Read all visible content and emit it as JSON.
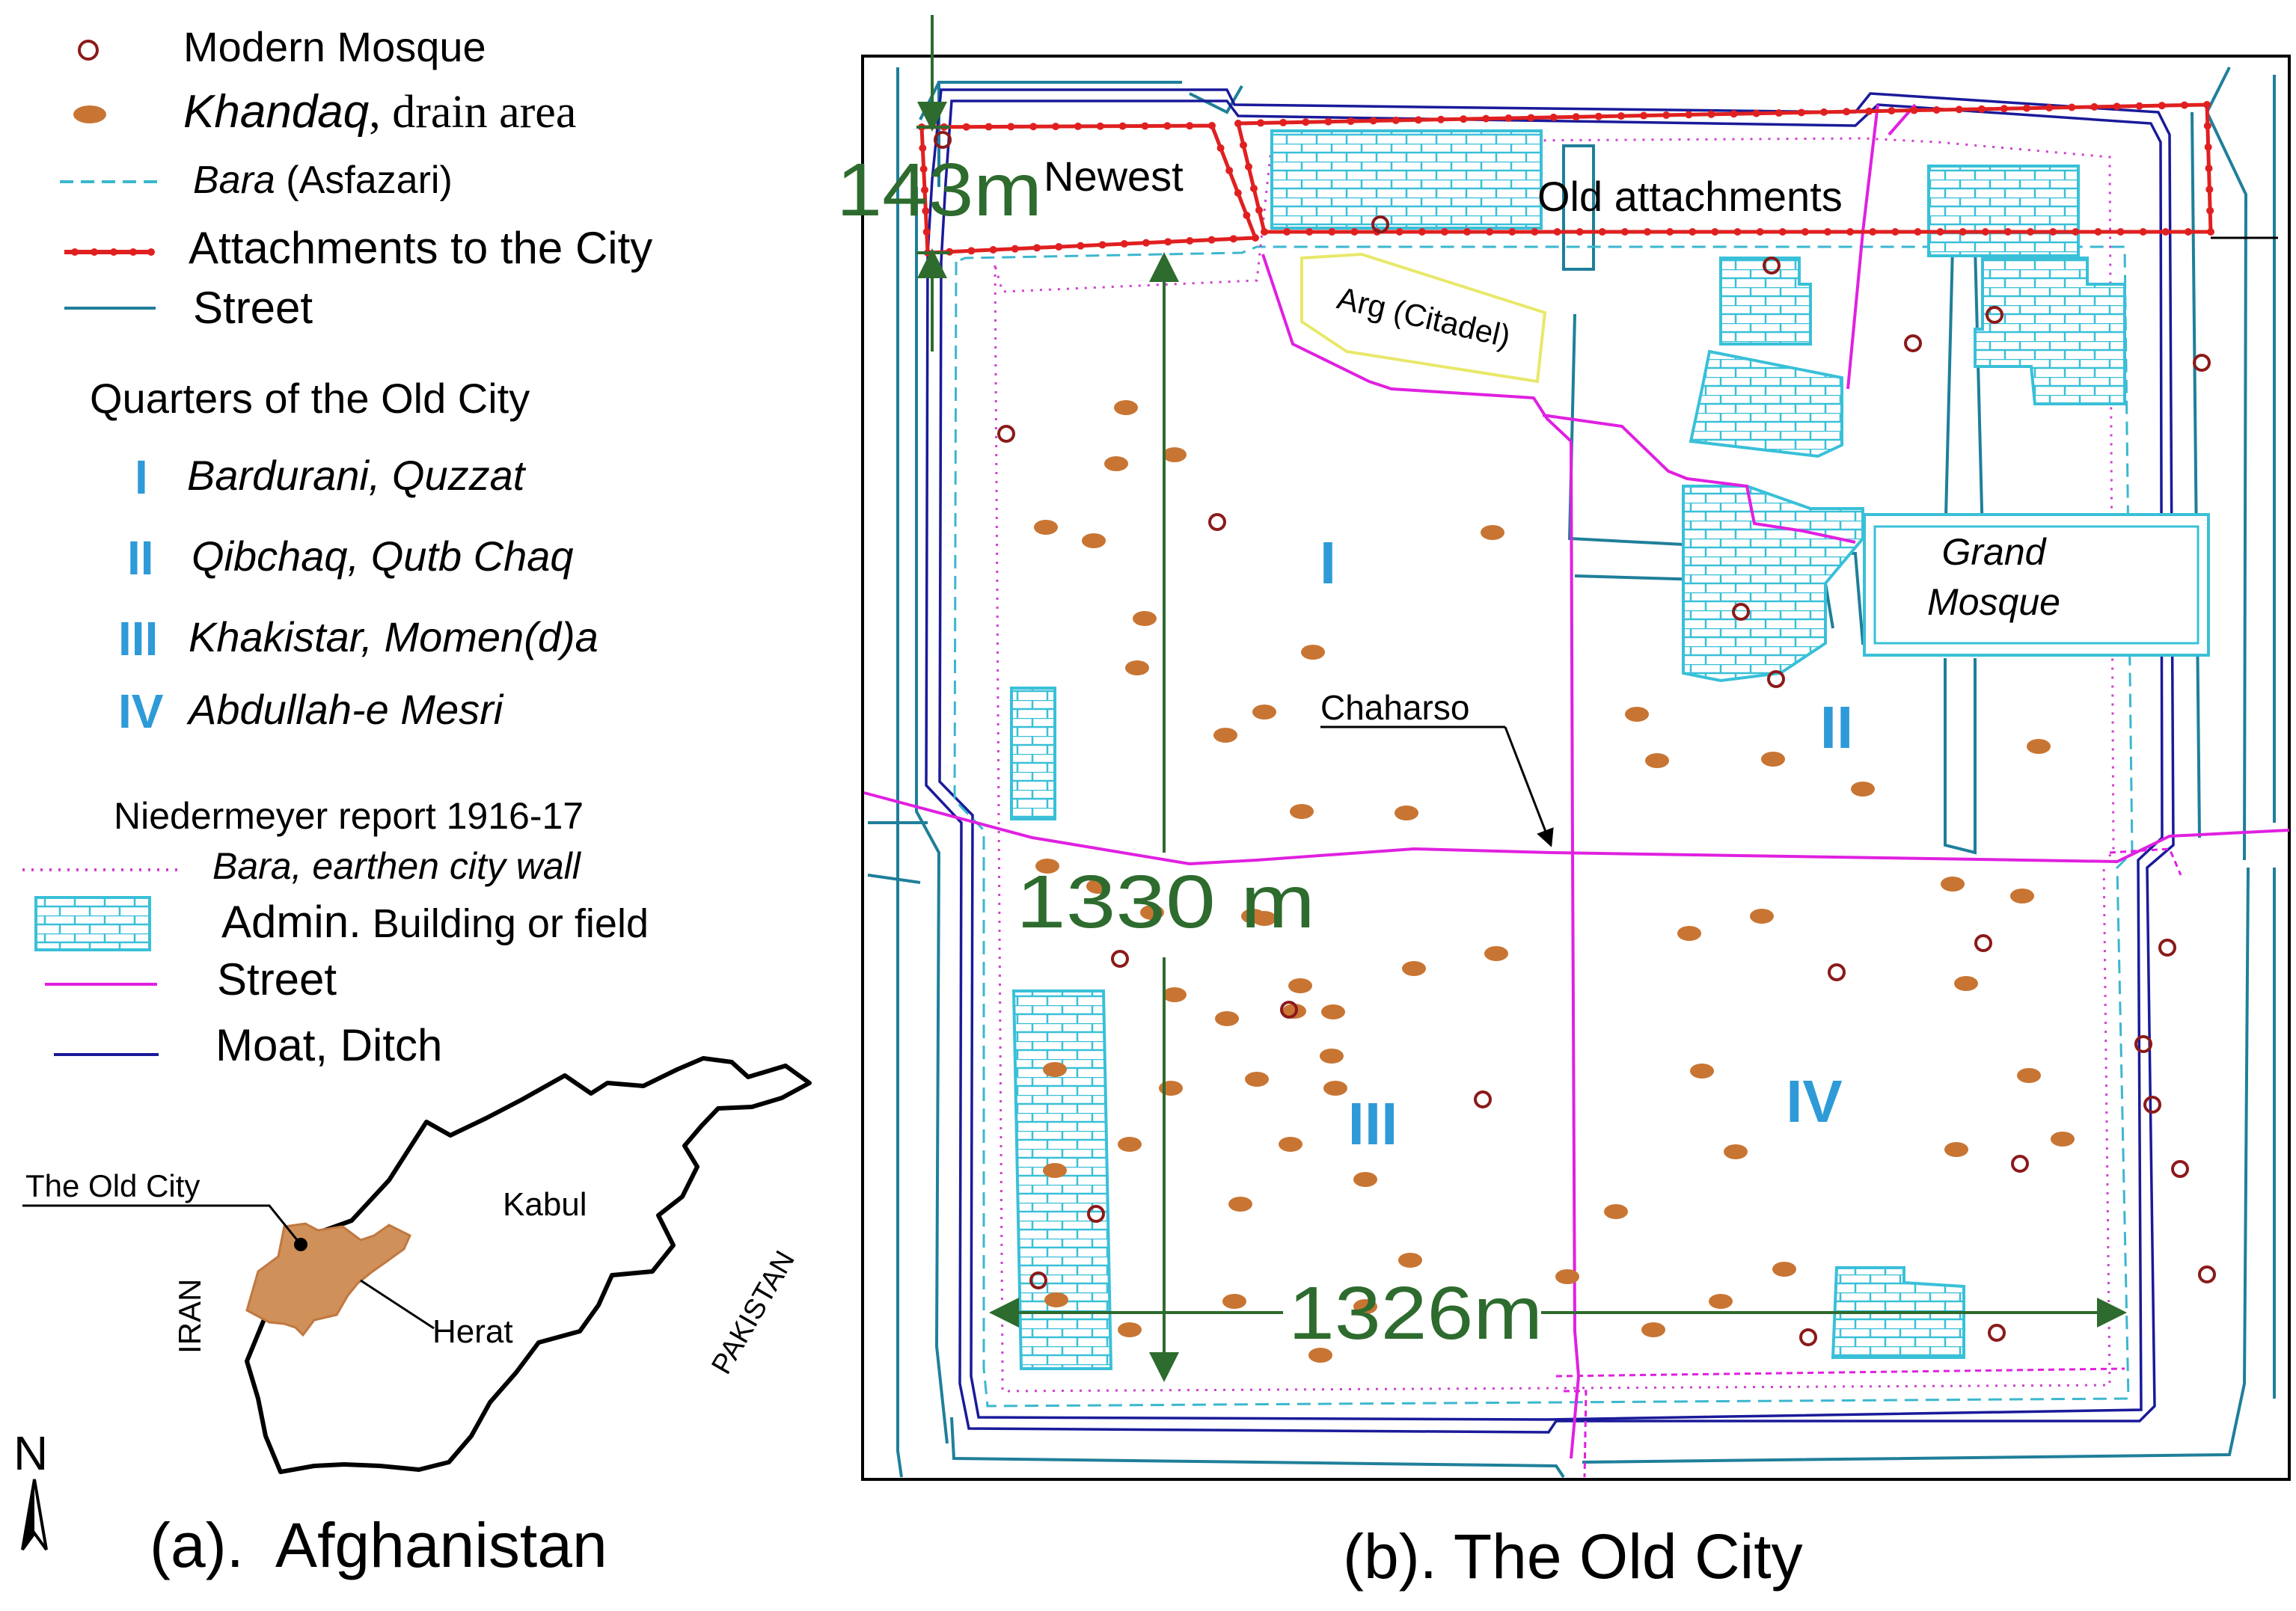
{
  "legend": {
    "modern_mosque": "Modern Mosque",
    "khandaq_term": "Khandaq",
    "khandaq_rest": ", drain area",
    "bara_term": "Bara",
    "bara_rest": " (Asfazari)",
    "attachments": "Attachments to the City",
    "street": "Street",
    "quarters_title": "Quarters of the Old City",
    "quarters": [
      {
        "numeral": "I",
        "names": "Bardurani, Quzzat"
      },
      {
        "numeral": "II",
        "names": "Qibchaq, Qutb Chaq"
      },
      {
        "numeral": "III",
        "names": "Khakistar, Momen(d)a"
      },
      {
        "numeral": "IV",
        "names": "Abdullah-e Mesri"
      }
    ],
    "niedermeyer_title": "Niedermeyer report 1916-17",
    "earthen_wall": "Bara, earthen city wall",
    "admin_term": "Admin.",
    "admin_rest": " Building or field",
    "street2": "Street",
    "moat": "Moat, Ditch"
  },
  "colors": {
    "mosque": "#8b1a1a",
    "khandaq": "#c87533",
    "bara": "#3bb7cf",
    "attachment": "#e02020",
    "street_blue": "#1f7f9a",
    "earthen_wall": "#d040d0",
    "admin": "#39c0d8",
    "street_magenta": "#e020e0",
    "moat": "#1a1a9a",
    "quarter_numeral": "#2e9ad8",
    "dimension": "#2e6b2e",
    "country_fill": "#d0905a"
  },
  "inset": {
    "old_city": "The Old City",
    "kabul": "Kabul",
    "herat": "Herat",
    "iran": "IRAN",
    "pakistan": "PAKISTAN",
    "north": "N",
    "caption": "(a).  Afghanistan"
  },
  "map": {
    "newest": "Newest",
    "old_attachments": "Old attachments",
    "arg": "Arg (Citadel)",
    "grand_mosque_line1": "Grand",
    "grand_mosque_line2": "Mosque",
    "chaharso": "Chaharso",
    "quarter_I": "I",
    "quarter_II": "II",
    "quarter_III": "III",
    "quarter_IV": "IV",
    "dim_143": "143m",
    "dim_1330": "1330 m",
    "dim_1326": "1326m",
    "caption": "(b). The Old City"
  }
}
